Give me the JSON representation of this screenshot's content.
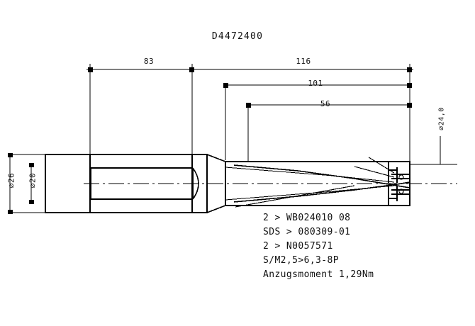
{
  "drawing": {
    "title": "D4472400",
    "type": "mechanical-part-drawing",
    "part": "indexable insert drill",
    "line_color": "#000000",
    "background_color": "#ffffff"
  },
  "dimensions": {
    "shank_length": "83",
    "overall_length": "116",
    "flute_to_tip": "101",
    "usable_length": "56",
    "shank_diameter": "⌀26",
    "bore_diameter": "⌀20",
    "drill_diameter": "⌀24,0"
  },
  "specs": {
    "lines": [
      "2 > WB024010 08",
      "SDS > 080309-01",
      "2 > N0057571",
      "S/M2,5>6,3-8P",
      "Anzugsmoment 1,29Nm"
    ]
  },
  "chart_data": {
    "type": "table",
    "title": "D4472400",
    "categories": [
      "shank_length",
      "overall_length",
      "flute_to_tip",
      "usable_length",
      "shank_diameter",
      "bore_diameter",
      "drill_diameter"
    ],
    "values": [
      83,
      116,
      101,
      56,
      26,
      20,
      24.0
    ]
  }
}
